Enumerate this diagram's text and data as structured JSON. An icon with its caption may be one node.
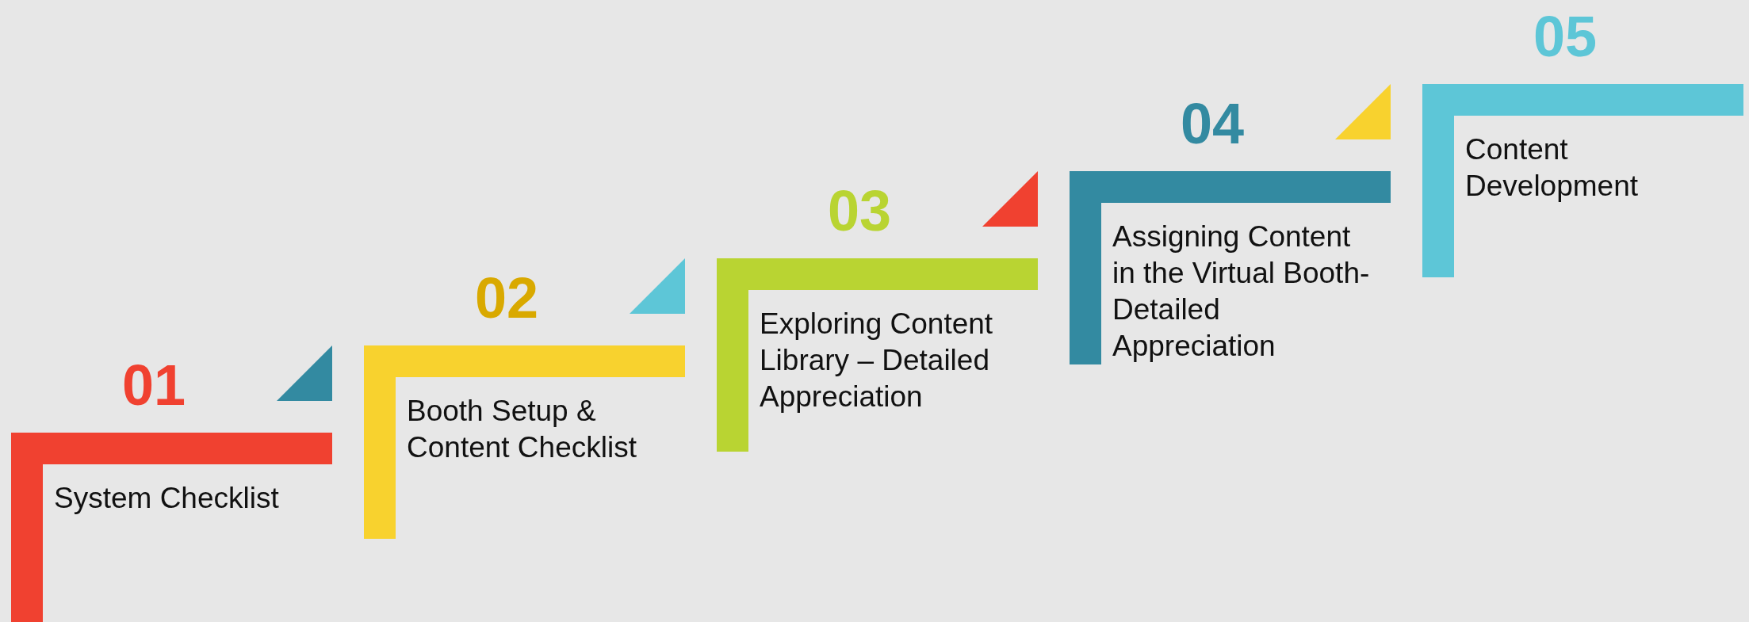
{
  "diagram": {
    "nodes": [
      {
        "text": [
          "01",
          "System Checklist"
        ]
      },
      {
        "text": [
          "02",
          "Booth Setup & Content Checklist"
        ]
      },
      {
        "text": [
          "03",
          "Exploring Content Library – Detailed Appreciation"
        ]
      },
      {
        "text": [
          "04",
          "Assigning Content in the Virtual Booth-Detailed Appreciation"
        ]
      },
      {
        "text": [
          "05",
          "Content Development"
        ]
      }
    ]
  }
}
